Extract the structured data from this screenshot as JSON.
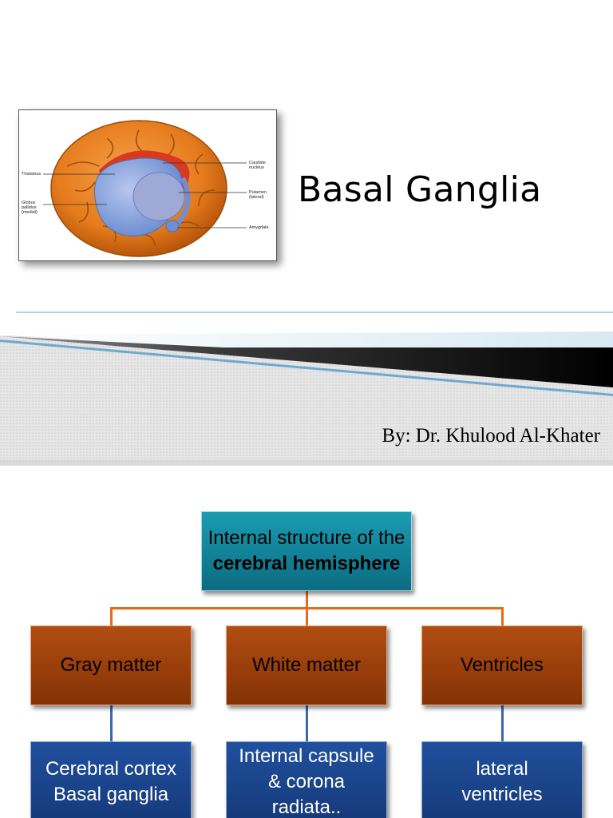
{
  "slide1": {
    "title": "Basal Ganglia",
    "byline": "By: Dr. Khulood Al-Khater",
    "figure_labels": {
      "thalamus": "Thalamus",
      "globus_pallidus": "Globus\npallidus\n(medial)",
      "caudate": "Caudate\nnucleus",
      "putamen": "Putamen\n(lateral)",
      "amygdala": "Amygdala"
    }
  },
  "slide2": {
    "root": {
      "prefix": "Internal structure of the",
      "bold": "cerebral hemisphere"
    },
    "branches": [
      {
        "label": "Gray matter",
        "child": "Cerebral cortex\nBasal ganglia"
      },
      {
        "label": "White matter",
        "child": "Internal capsule\n& corona\nradiata.."
      },
      {
        "label": "Ventricles",
        "child": "lateral\nventricles"
      }
    ]
  },
  "colors": {
    "root_box": "#127f95",
    "branch_box": "#9c400a",
    "leaf_box": "#1c4791",
    "orange_connector": "#e8691c",
    "blue_connector": "#3a67b0"
  }
}
